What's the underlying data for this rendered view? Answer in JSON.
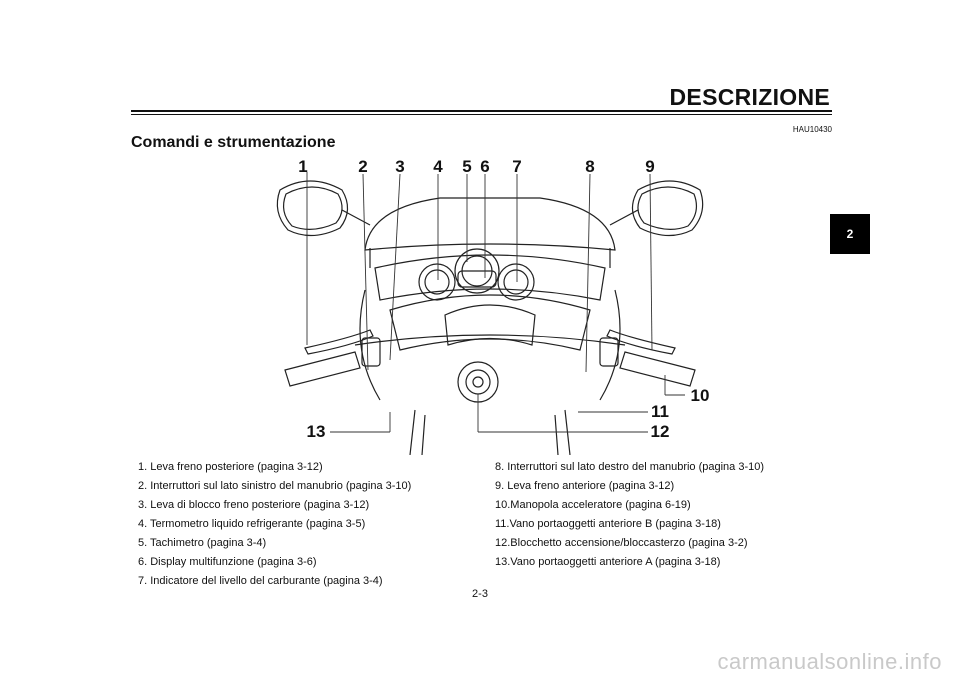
{
  "header": {
    "title": "DESCRIZIONE",
    "code": "HAU10430"
  },
  "section_title": "Comandi e strumentazione",
  "chapter_tab": "2",
  "callouts": [
    "1",
    "2",
    "3",
    "4",
    "5",
    "6",
    "7",
    "8",
    "9",
    "10",
    "11",
    "12",
    "13"
  ],
  "legend_left": [
    "1.  Leva freno posteriore (pagina 3-12)",
    "2.  Interruttori sul lato sinistro del manubrio (pagina 3-10)",
    "3.  Leva di blocco freno posteriore (pagina 3-12)",
    "4.  Termometro liquido refrigerante (pagina 3-5)",
    "5.  Tachimetro (pagina 3-4)",
    "6.  Display multifunzione (pagina 3-6)",
    "7.  Indicatore del livello del carburante (pagina 3-4)"
  ],
  "legend_right": [
    "8.  Interruttori sul lato destro del manubrio (pagina 3-10)",
    "9.  Leva freno anteriore (pagina 3-12)",
    "10.Manopola acceleratore (pagina 6-19)",
    "11.Vano portaoggetti anteriore B (pagina 3-18)",
    "12.Blocchetto accensione/bloccasterzo (pagina 3-2)",
    "13.Vano portaoggetti anteriore A (pagina 3-18)"
  ],
  "page_number": "2-3",
  "watermark": "carmanualsonline.info"
}
